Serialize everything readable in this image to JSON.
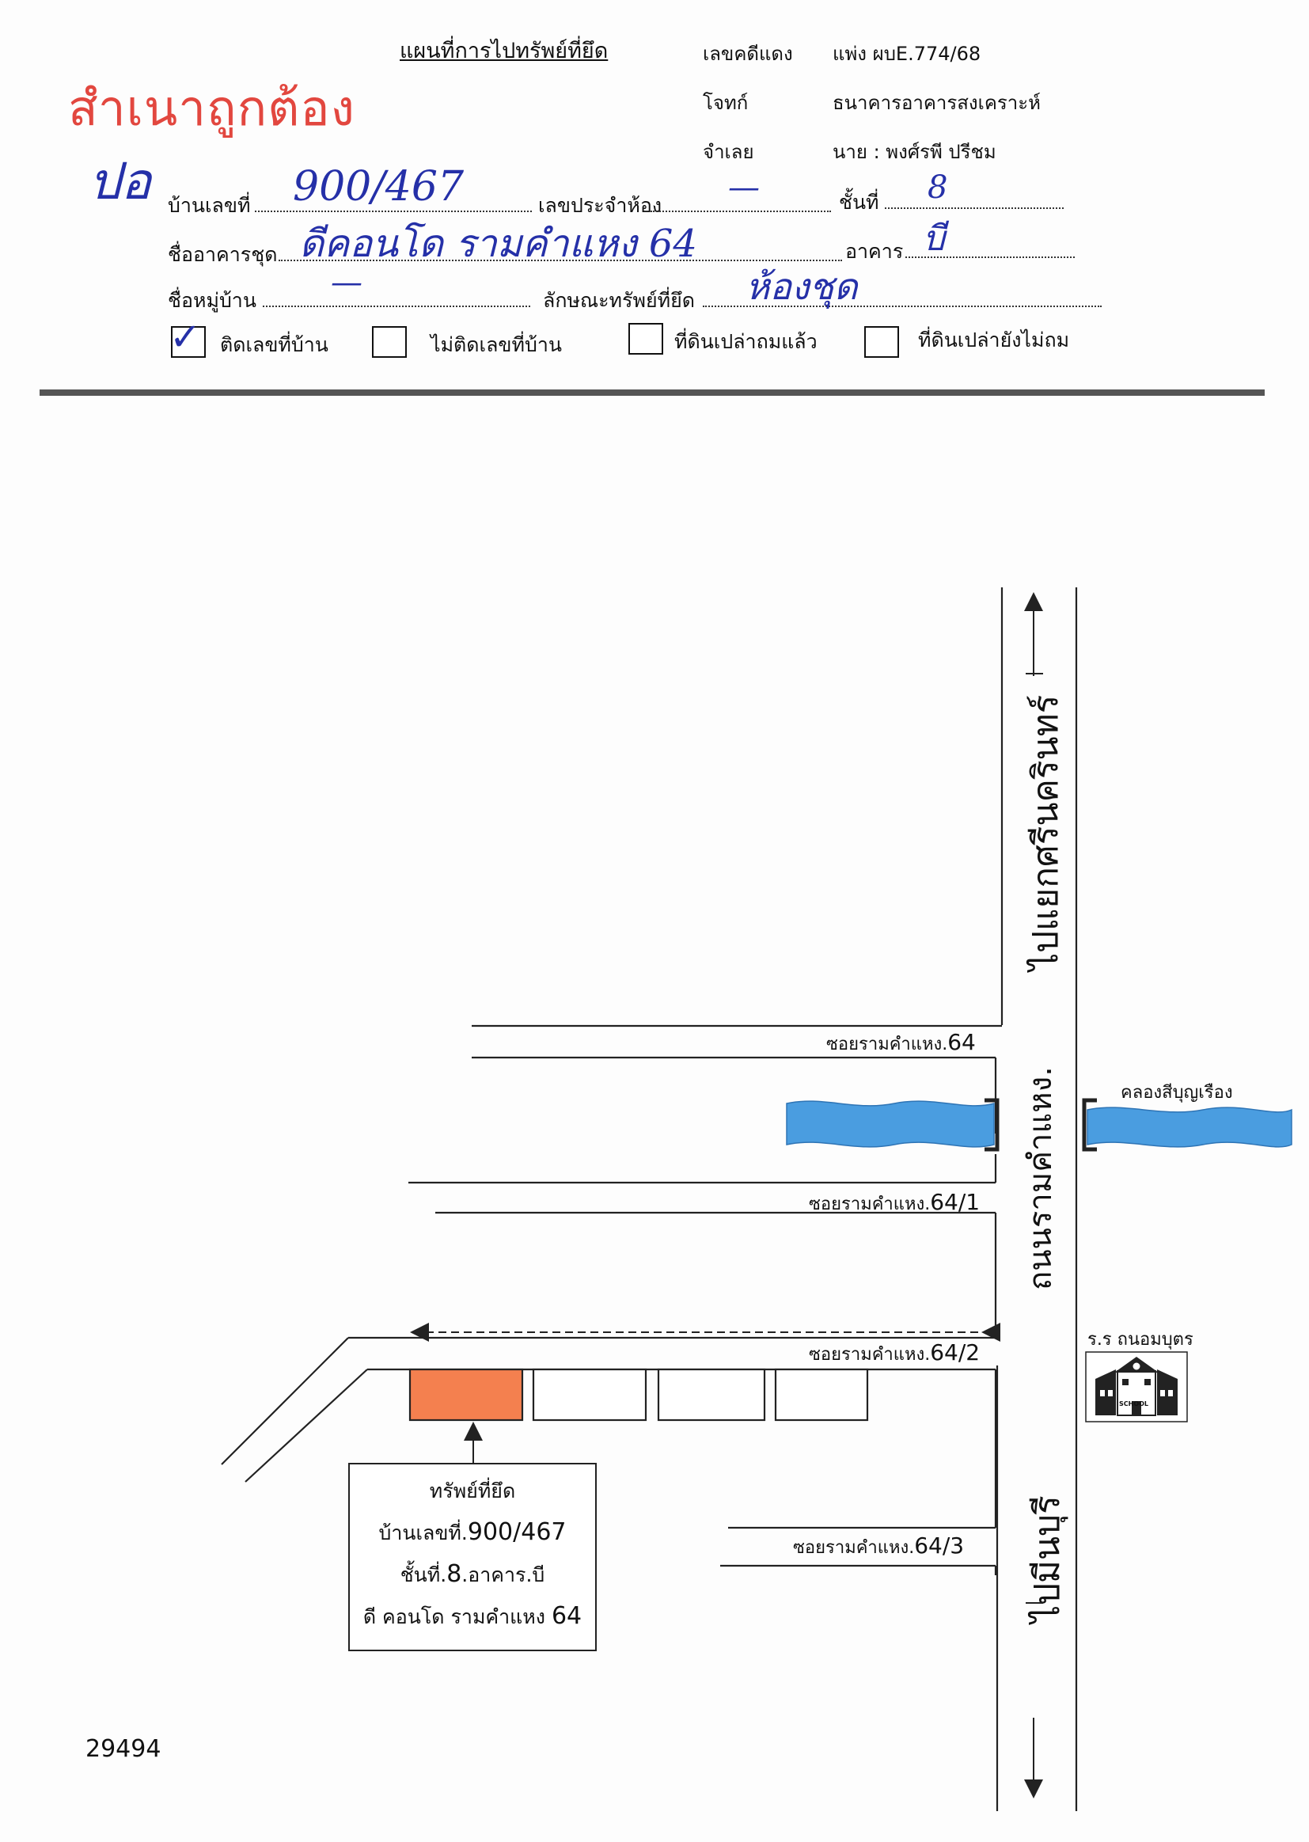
{
  "header": {
    "title": "แผนที่การไปทรัพย์ที่ยึด",
    "stamp": "สำเนาถูกต้อง",
    "case_label": "เลขคดีแดง",
    "case_value": "แพ่ง ผบE.774/68",
    "plaintiff_label": "โจทก์",
    "plaintiff_value": "ธนาคารอาคารสงเคราะห์",
    "defendant_label": "จำเลย",
    "defendant_value": "นาย :  พงศ์รพี  ปรีชม"
  },
  "form": {
    "signature": "ปอ",
    "house_no_label": "บ้านเลขที่",
    "house_no_value": "900/467",
    "room_no_label": "เลขประจำห้อง",
    "room_no_value": "—",
    "floor_label": "ชั้นที่",
    "floor_value": "8",
    "building_name_label": "ชื่ออาคารชุด",
    "building_name_value": "ดีคอนโด รามคำแหง 64",
    "building_label": "อาคาร",
    "building_value": "บี",
    "village_label": "ชื่อหมู่บ้าน",
    "village_value": "—",
    "property_type_label": "ลักษณะทรัพย์ที่ยึด",
    "property_type_value": "ห้องชุด",
    "options": [
      {
        "label": "ติดเลขที่บ้าน",
        "checked": true
      },
      {
        "label": "ไม่ติดเลขที่บ้าน",
        "checked": false
      },
      {
        "label": "ที่ดินเปล่าถมแล้ว",
        "checked": false
      },
      {
        "label": "ที่ดินเปล่ายังไม่ถม",
        "checked": false
      }
    ],
    "check_mark": "✓"
  },
  "map": {
    "main_road": "ถนนรามคำแหง.",
    "to_north": "ไปแยกศรีนครินทร์",
    "to_south": "ไปมีนบุรี",
    "canal": "คลองสีบุญเรือง",
    "school": "ร.ร ถนอมบุตร",
    "school_sign": "SCHOOL",
    "soi_64_text": "ซอยรามคำแหง.",
    "soi_64_num": "64",
    "soi_64_1_text": "ซอยรามคำแหง.",
    "soi_64_1_num": "64/1",
    "soi_64_2_text": "ซอยรามคำแหง.",
    "soi_64_2_num": "64/2",
    "soi_64_3_text": "ซอยรามคำแหง.",
    "soi_64_3_num": "64/3",
    "property_box": {
      "line1": "ทรัพย์ที่ยึด",
      "line2_text": "บ้านเลขที่.",
      "line2_num": "900/467",
      "line3_text1": "ชั้นที่.",
      "line3_num": "8",
      "line3_text2": ".อาคาร.บี",
      "line4_text": "ดี คอนโด รามคำแหง ",
      "line4_num": "64"
    },
    "colors": {
      "canal": "#4a9de0",
      "property": "#f4804f"
    }
  },
  "footer": {
    "page_number": "29494"
  }
}
